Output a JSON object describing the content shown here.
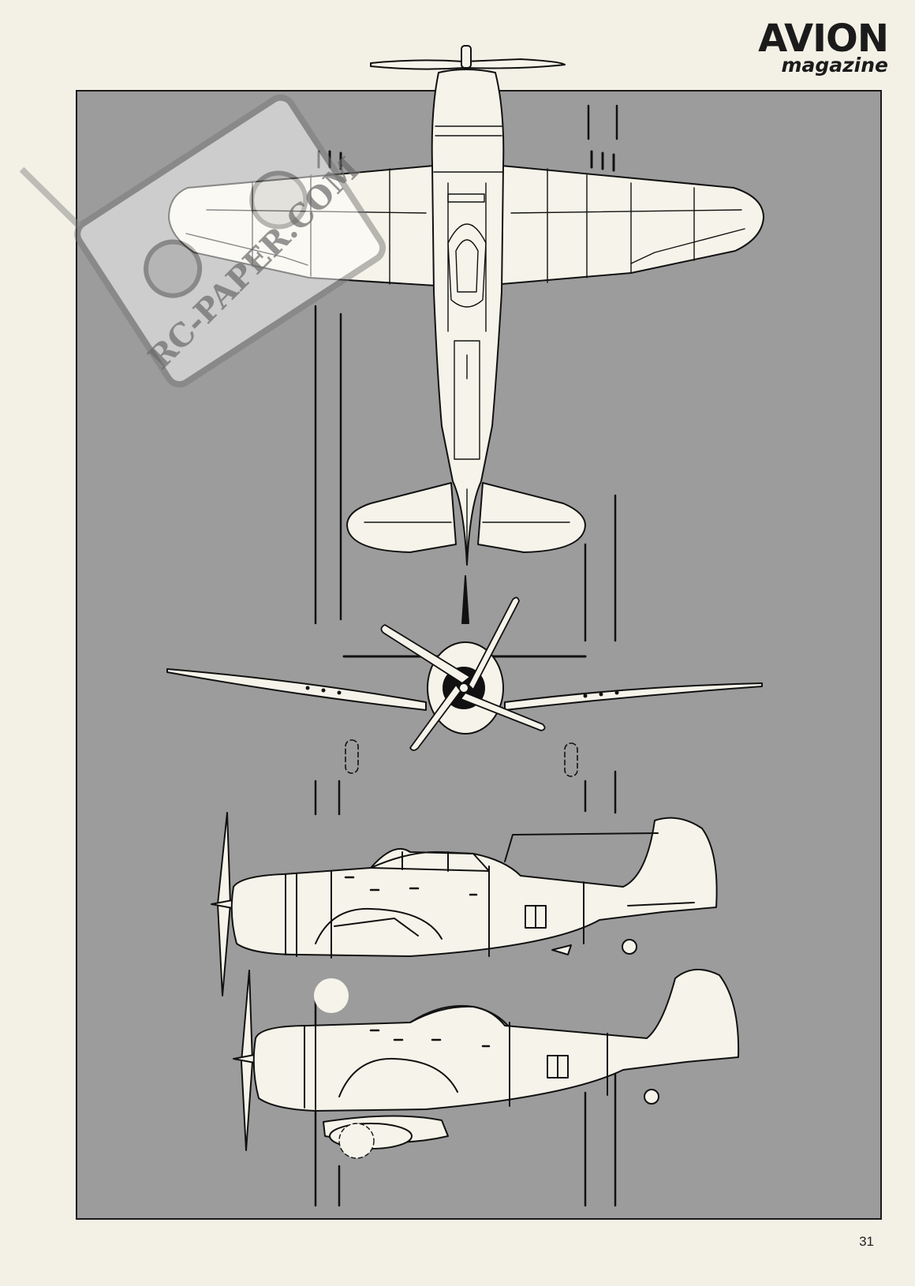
{
  "masthead": {
    "brand": "AVION",
    "subtitle": "magazine"
  },
  "watermark": {
    "text": "RC-PAPER.COM"
  },
  "page": {
    "number": "31"
  }
}
